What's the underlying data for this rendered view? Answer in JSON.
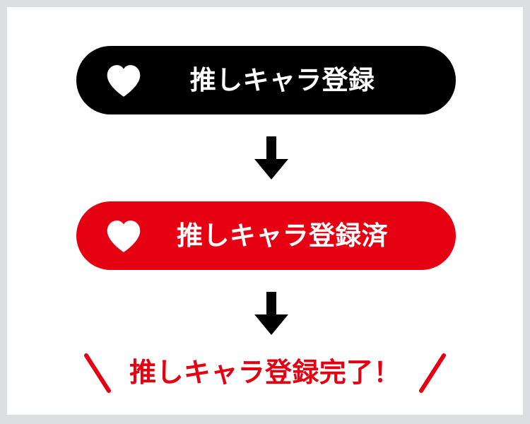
{
  "canvas": {
    "background_color": "#ffffff",
    "frame_color": "#dcdfe1"
  },
  "flow": {
    "step1": {
      "type": "button",
      "label": "推しキャラ登録",
      "icon": "heart-icon",
      "background_color": "#000000",
      "text_color": "#ffffff"
    },
    "arrow1": {
      "icon": "arrow-down-icon",
      "color": "#000000"
    },
    "step2": {
      "type": "button",
      "label": "推しキャラ登録済",
      "icon": "heart-icon",
      "background_color": "#e50012",
      "text_color": "#ffffff"
    },
    "arrow2": {
      "icon": "arrow-down-icon",
      "color": "#000000"
    },
    "step3": {
      "type": "status-text",
      "label": "推しキャラ登録完了！",
      "text_color": "#e50012",
      "left_decoration": "slash-left-icon",
      "right_decoration": "slash-right-icon"
    }
  }
}
